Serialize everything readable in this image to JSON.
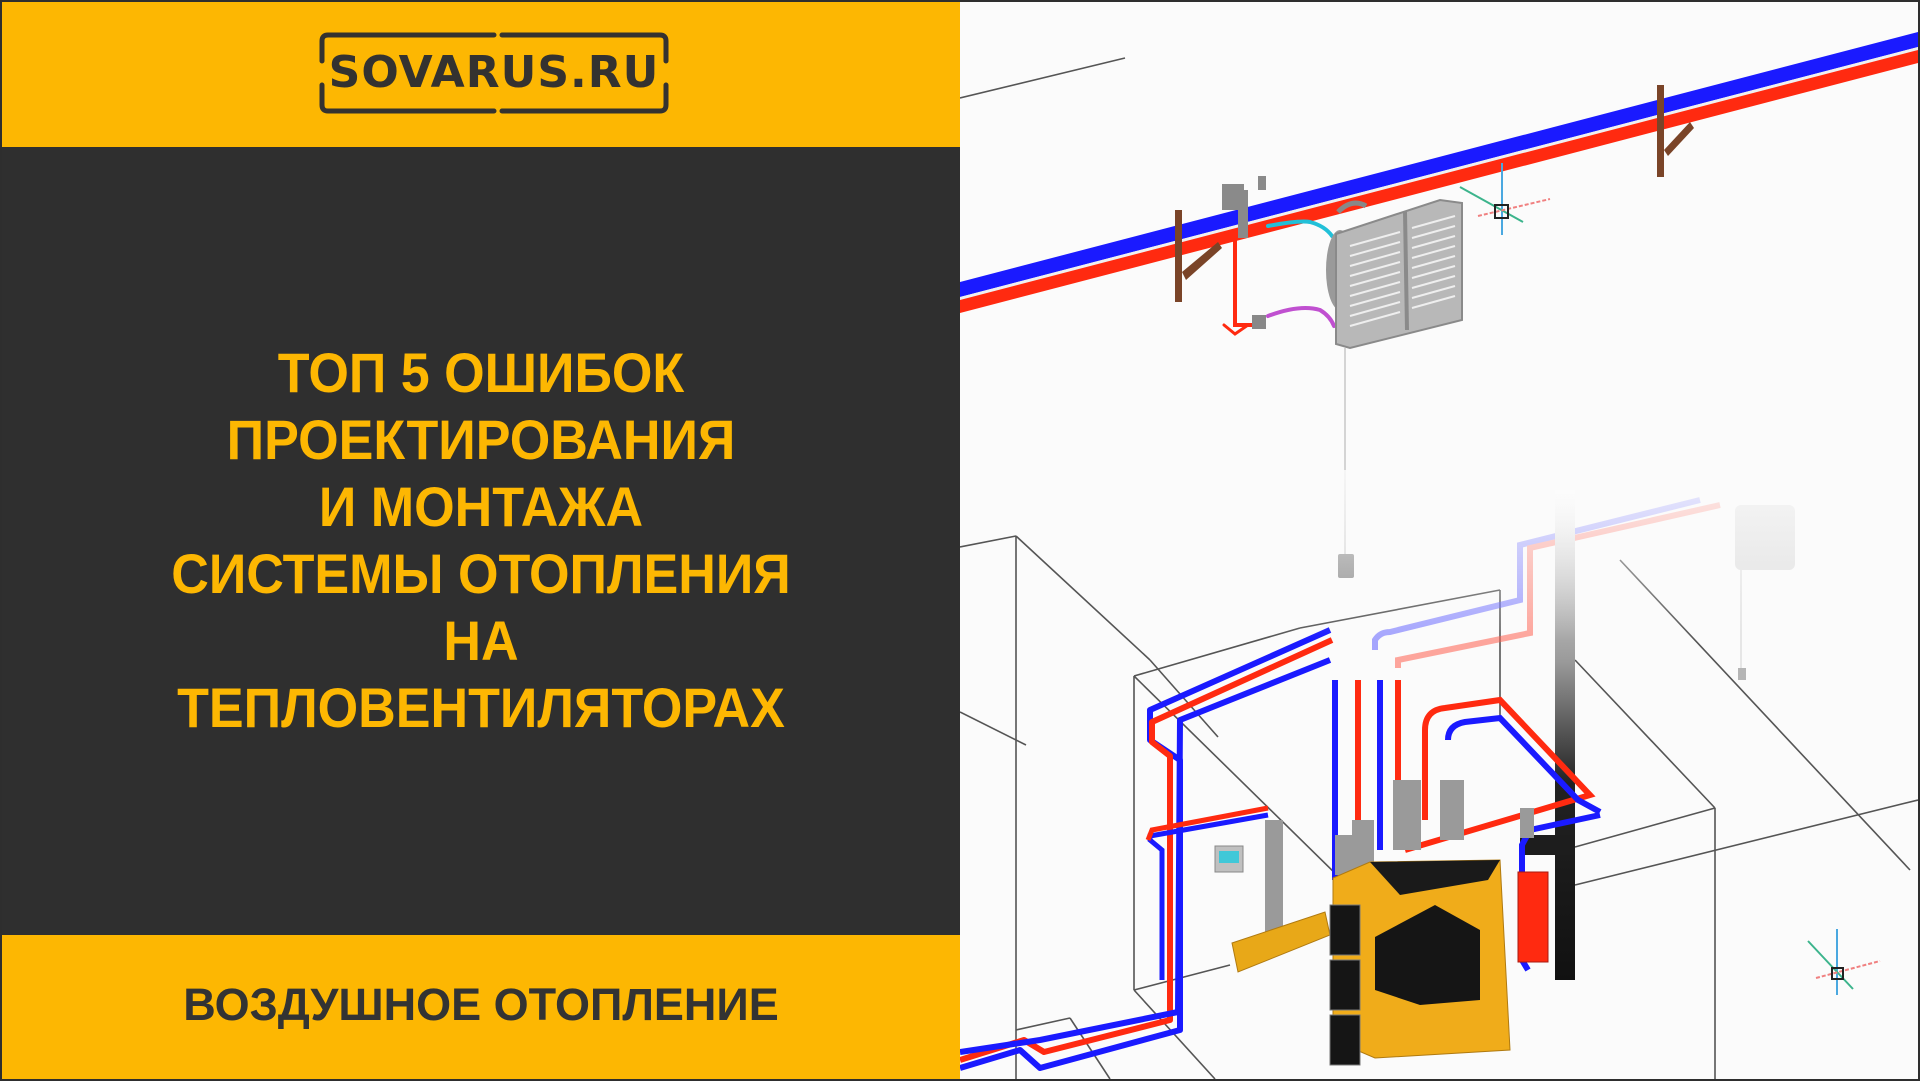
{
  "brand": {
    "logo_text": "SOVARUS.RU"
  },
  "headline": {
    "lines": [
      "ТОП 5 ОШИБОК",
      "ПРОЕКТИРОВАНИЯ",
      "И МОНТАЖА",
      "СИСТЕМЫ ОТОПЛЕНИЯ",
      "НА",
      "ТЕПЛОВЕНТИЛЯТОРАХ"
    ]
  },
  "category": {
    "label": "ВОЗДУШНОЕ ОТОПЛЕНИЕ"
  },
  "illustration": {
    "subject": "3D CAD model of heating system with fan heaters, boiler, manifold and supply/return pipes",
    "icons": [
      "fan-heater-icon",
      "boiler-icon",
      "chimney-icon",
      "expansion-tank-icon",
      "manifold-icon",
      "axis-gizmo-icon"
    ]
  },
  "colors": {
    "accent_yellow": "#fdb702",
    "panel_dark": "#2f2f2f",
    "text_dark": "#333333",
    "supply_red": "#ff2a10",
    "return_blue": "#1a1aff",
    "canvas_bg": "#fbfbfb"
  }
}
